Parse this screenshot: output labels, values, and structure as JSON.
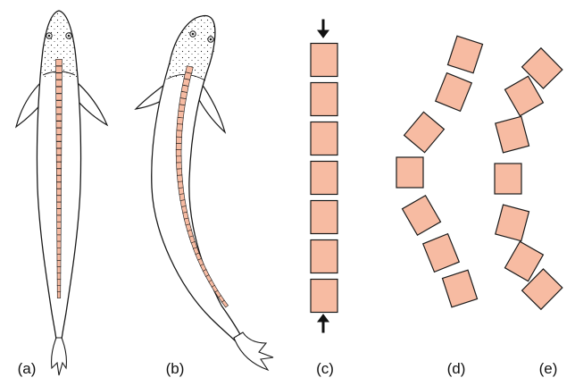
{
  "colors": {
    "vertebra_fill": "#f7bba2",
    "stroke": "#1a1a1a",
    "background": "#ffffff"
  },
  "panels": [
    {
      "id": "a",
      "label": "(a)",
      "content": "fish-straight"
    },
    {
      "id": "b",
      "label": "(b)",
      "content": "fish-bent"
    },
    {
      "id": "c",
      "label": "(c)",
      "content": "block-column-compressed",
      "block_count": 7
    },
    {
      "id": "d",
      "label": "(d)",
      "content": "block-column-buckled",
      "block_count": 7
    },
    {
      "id": "e",
      "label": "(e)",
      "content": "block-column-curved",
      "block_count": 7
    }
  ]
}
